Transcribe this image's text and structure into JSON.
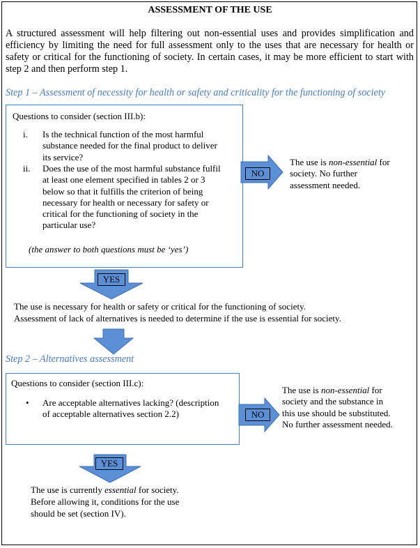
{
  "title": "ASSESSMENT OF THE USE",
  "intro": "A structured assessment will help filtering out non-essential uses and provides simplification and efficiency by limiting the need for full assessment only to the uses that are necessary for health or safety or critical for the functioning of society. In certain cases, it may be more efficient to start with step 2 and then perform step 1.",
  "step1": {
    "heading": "Step 1 – Assessment of necessity for health or safety and criticality for the functioning of society",
    "questions_header": "Questions to consider (section III.b):",
    "items": [
      {
        "num": "i.",
        "lines": [
          "Is the technical function of the most harmful",
          "substance needed for the final product to deliver",
          "its service?"
        ]
      },
      {
        "num": "ii.",
        "lines": [
          "Does the use of the most harmful substance fulfil",
          "at least one element specified in tables 2 or 3",
          "below so that it fulfills the criterion of being",
          "necessary for health or necessary for safety or",
          "critical for the functioning of society in the",
          "particular use?"
        ]
      }
    ],
    "note": "(the answer to both questions must be ‘yes’)",
    "no_label": "NO",
    "no_result": {
      "pre": "The use is ",
      "em": "non-essential",
      "post_line1": " for",
      "line2": "society. No further",
      "line3": "assessment needed."
    },
    "yes_label": "YES",
    "yes_result": [
      "The use is necessary for health or safety or critical for the functioning of society.",
      "Assessment of lack of alternatives is needed to determine if the use is essential for society."
    ]
  },
  "step2": {
    "heading": "Step 2 – Alternatives assessment",
    "questions_header": "Questions to consider (section III.c):",
    "bullet": "•",
    "item_lines": [
      "Are acceptable alternatives lacking? (description",
      "of acceptable alternatives section 2.2)"
    ],
    "no_label": "NO",
    "no_result": {
      "pre": "The use is ",
      "em": "non-essential",
      "post_line1": " for",
      "line2": "society and the substance in",
      "line3": "this use should be substituted.",
      "line4": "No further assessment needed."
    },
    "yes_label": "YES",
    "yes_result": {
      "line1": "The use is currently ",
      "em": "essential",
      "line1_post": " for society.",
      "line2": "Before allowing it, conditions for the use",
      "line3": "should be set (section IV)."
    }
  },
  "colors": {
    "accent": "#4a7cc0",
    "arrow_fill": "#5b8fd6"
  }
}
